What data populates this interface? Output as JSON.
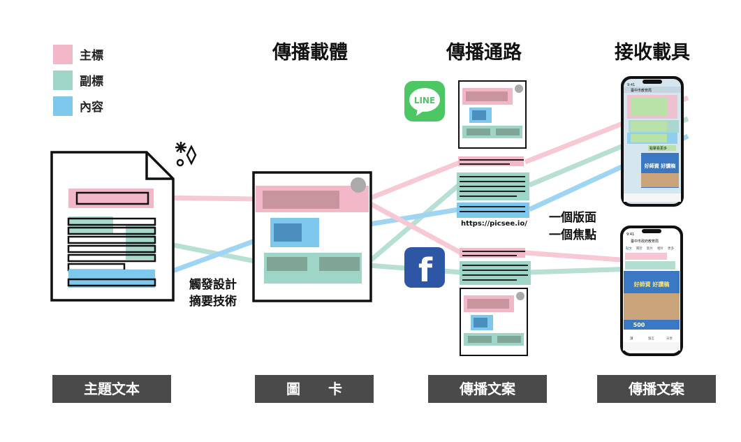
{
  "legend": [
    {
      "label": "主標",
      "color": "#f3b8c8"
    },
    {
      "label": "副標",
      "color": "#9fd5c6"
    },
    {
      "label": "內容",
      "color": "#7ec8ee"
    }
  ],
  "headings": {
    "carrier": "傳播載體",
    "channel": "傳播通路",
    "receiver": "接收載具"
  },
  "footer": {
    "text": "主題文本",
    "card": "圖　　卡",
    "copy1": "傳播文案",
    "copy2": "傳播文案"
  },
  "notes": {
    "trigger_line1": "觸發設計",
    "trigger_line2": "摘要技術",
    "url": "https://picsee.io/",
    "one_line1": "一個版面",
    "one_line2": "一個焦點"
  },
  "channels": {
    "line": "LINE",
    "facebook": "f"
  },
  "phone_top": {
    "time": "9:41",
    "chat_title": "臺中市教育局",
    "banner_main": "好師資 好讚稿",
    "button": "點擊看更多"
  },
  "phone_bottom": {
    "time": "9:41",
    "page_name": "臺中市政府教育局",
    "tabs": [
      "貼文",
      "關於",
      "影片",
      "相片",
      "更多"
    ],
    "banner_main": "好師資 好讚稿",
    "banner_number": "500",
    "actions": [
      "讚",
      "留言",
      "分享"
    ]
  },
  "colors": {
    "pink": "#f3b8c8",
    "green": "#9fd5c6",
    "blue": "#7ec8ee",
    "footer_bg": "#4a4a4a",
    "line_green": "#4cc764",
    "fb_blue": "#2d56a5"
  }
}
